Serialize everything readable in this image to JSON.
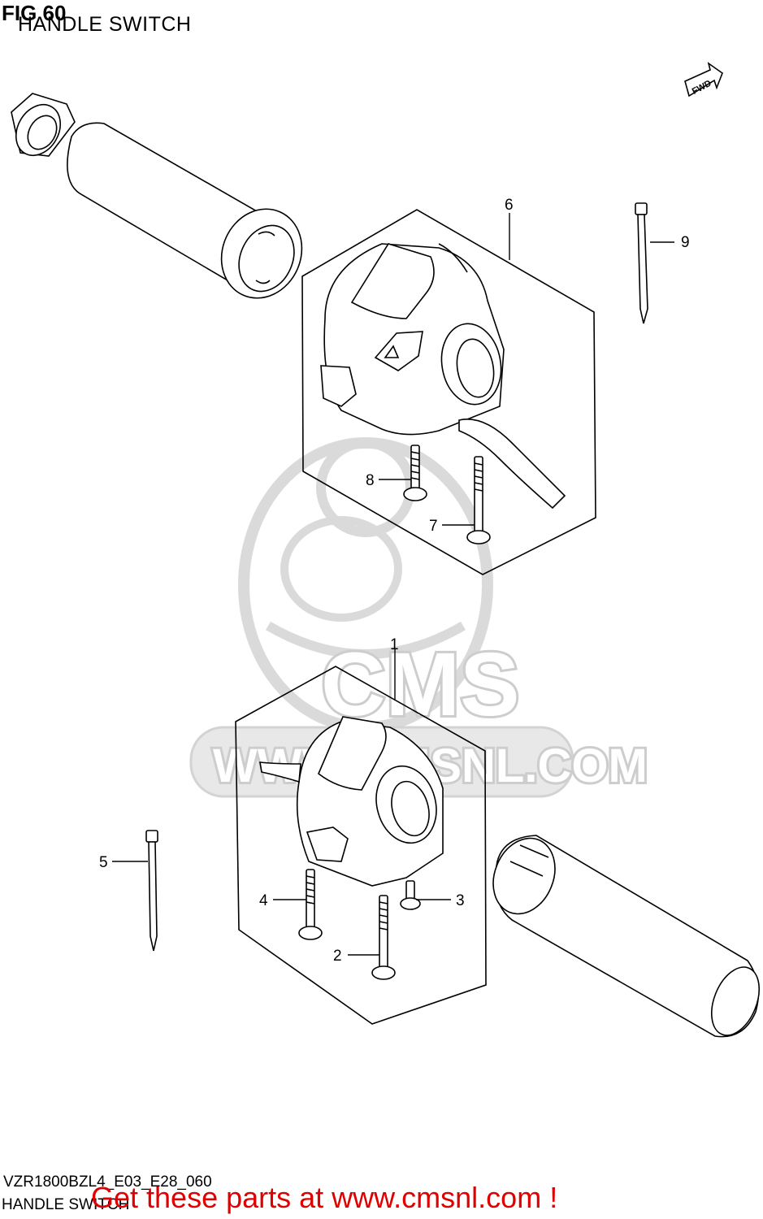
{
  "header": {
    "fig_label": "FIG 60",
    "title": "HANDLE SWITCH"
  },
  "fwd_badge": "FWD",
  "callouts": [
    {
      "id": "1",
      "label": "1"
    },
    {
      "id": "2",
      "label": "2"
    },
    {
      "id": "3",
      "label": "3"
    },
    {
      "id": "4",
      "label": "4"
    },
    {
      "id": "5",
      "label": "5"
    },
    {
      "id": "6",
      "label": "6"
    },
    {
      "id": "7",
      "label": "7"
    },
    {
      "id": "8",
      "label": "8"
    },
    {
      "id": "9",
      "label": "9"
    }
  ],
  "watermark": {
    "brand": "CMS",
    "url": "WWW.CMSNL.COM"
  },
  "footer": {
    "model_code": "VZR1800BZL4_E03_E28_060",
    "subtitle": "HANDLE SWITCH",
    "promo": "Get these parts at www.cmsnl.com !",
    "promo_color": "#e00000"
  }
}
